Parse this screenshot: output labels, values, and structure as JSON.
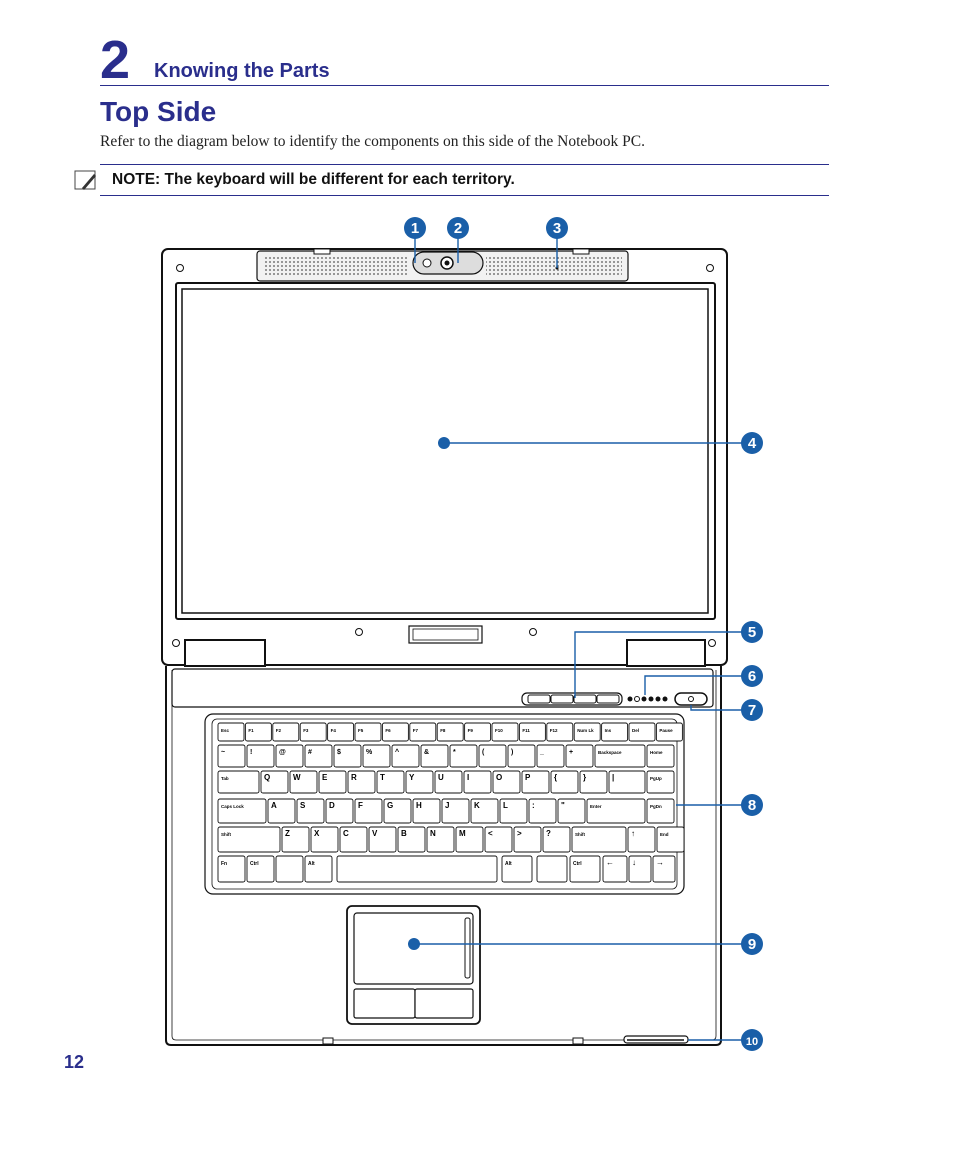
{
  "chapter": {
    "number": "2",
    "title": "Knowing the Parts"
  },
  "section": {
    "title": "Top Side",
    "intro": "Refer to the diagram below to identify the components on this side of the Notebook PC."
  },
  "note": {
    "text": "NOTE: The keyboard will be different for each territory.",
    "icon": "note-pencil-icon"
  },
  "callouts": [
    "1",
    "2",
    "3",
    "4",
    "5",
    "6",
    "7",
    "8",
    "9",
    "10"
  ],
  "page_number": "12",
  "colors": {
    "accent": "#2a2e8c",
    "callout": "#1a5fa8",
    "line": "#1a5fa8"
  },
  "keyboard": {
    "row0": [
      "Esc",
      "F1",
      "F2",
      "F3",
      "F4",
      "F5",
      "F6",
      "F7",
      "F8",
      "F9",
      "F10",
      "F11",
      "F12",
      "Num Lk",
      "Ins",
      "Del",
      "Pause"
    ],
    "row1": [
      "~",
      "!",
      "@",
      "#",
      "$",
      "%",
      "^",
      "&",
      "*",
      "(",
      ")",
      "_",
      "+",
      "Backspace",
      "Home"
    ],
    "row2": [
      "Tab",
      "Q",
      "W",
      "E",
      "R",
      "T",
      "Y",
      "U",
      "I",
      "O",
      "P",
      "{",
      "}",
      "|",
      "PgUp"
    ],
    "row3": [
      "Caps Lock",
      "A",
      "S",
      "D",
      "F",
      "G",
      "H",
      "J",
      "K",
      "L",
      ":",
      "\"",
      "Enter",
      "PgDn"
    ],
    "row4": [
      "Shift",
      "Z",
      "X",
      "C",
      "V",
      "B",
      "N",
      "M",
      "<",
      ">",
      "?",
      "Shift",
      "↑",
      "End"
    ],
    "row5": [
      "Fn",
      "Ctrl",
      "Alt",
      "Alt",
      "Ctrl",
      "←",
      "↓",
      "→"
    ]
  }
}
